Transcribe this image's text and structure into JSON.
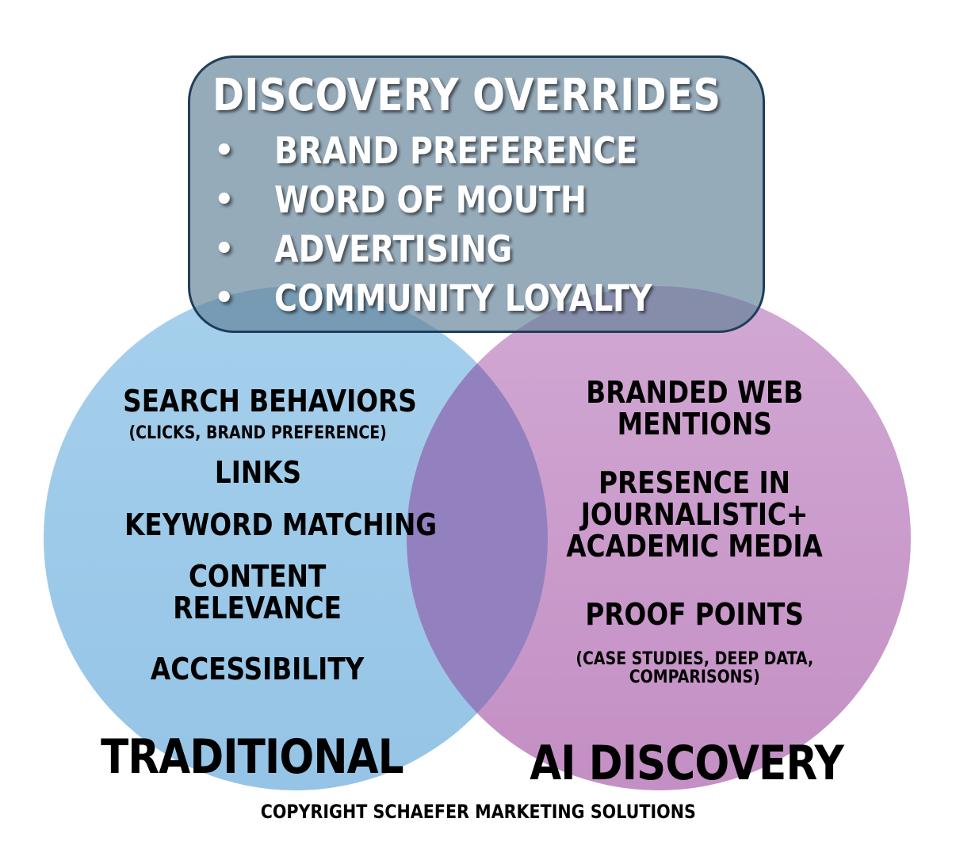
{
  "colors": {
    "left_circle": "#9fcae8",
    "right_circle": "#c89ac8",
    "overlap": "#9380bf",
    "box_fill": "#5f8096",
    "box_border": "#1f3e5a",
    "box_text": "#ffffff",
    "text": "#000000"
  },
  "overrides": {
    "title": "DISCOVERY OVERRIDES",
    "bullet": "•",
    "items": [
      "BRAND PREFERENCE",
      "WORD OF MOUTH",
      "ADVERTISING",
      "COMMUNITY LOYALTY"
    ]
  },
  "traditional": {
    "label": "TRADITIONAL",
    "search_behaviors": "SEARCH BEHAVIORS",
    "search_note": "(CLICKS, BRAND PREFERENCE)",
    "links": "LINKS",
    "keyword": "KEYWORD MATCHING",
    "content_line1": "CONTENT",
    "content_line2": "RELEVANCE",
    "accessibility": "ACCESSIBILITY"
  },
  "ai": {
    "label": "AI DISCOVERY",
    "branded_line1": "BRANDED WEB",
    "branded_line2": "MENTIONS",
    "presence_line1": "PRESENCE IN",
    "presence_line2": "JOURNALISTIC+",
    "presence_line3": "ACADEMIC MEDIA",
    "proof": "PROOF POINTS",
    "proof_note_line1": "(CASE STUDIES, DEEP DATA,",
    "proof_note_line2": "COMPARISONS)"
  },
  "copyright": "COPYRIGHT SCHAEFER MARKETING SOLUTIONS"
}
